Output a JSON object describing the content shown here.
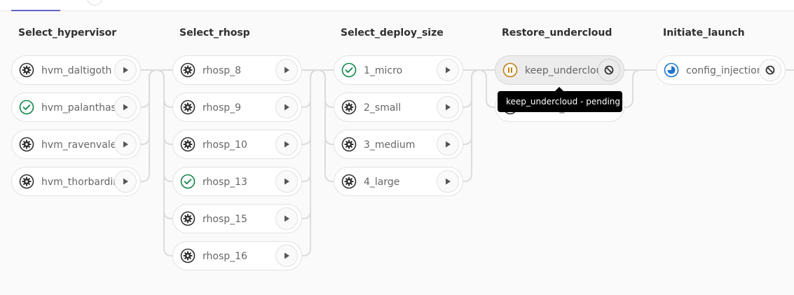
{
  "stages": [
    {
      "title": "Select_hypervisor",
      "jobs": [
        {
          "name": "hvm_daltigoth",
          "status": "manual",
          "action": "play"
        },
        {
          "name": "hvm_palanthas",
          "status": "success",
          "action": "play"
        },
        {
          "name": "hvm_ravenvale",
          "status": "manual",
          "action": "play"
        },
        {
          "name": "hvm_thorbardin",
          "status": "manual",
          "action": "play"
        }
      ]
    },
    {
      "title": "Select_rhosp",
      "jobs": [
        {
          "name": "rhosp_8",
          "status": "manual",
          "action": "play"
        },
        {
          "name": "rhosp_9",
          "status": "manual",
          "action": "play"
        },
        {
          "name": "rhosp_10",
          "status": "manual",
          "action": "play"
        },
        {
          "name": "rhosp_13",
          "status": "success",
          "action": "play"
        },
        {
          "name": "rhosp_15",
          "status": "manual",
          "action": "play"
        },
        {
          "name": "rhosp_16",
          "status": "manual",
          "action": "play"
        }
      ]
    },
    {
      "title": "Select_deploy_size",
      "jobs": [
        {
          "name": "1_micro",
          "status": "success",
          "action": "play"
        },
        {
          "name": "2_small",
          "status": "manual",
          "action": "play"
        },
        {
          "name": "3_medium",
          "status": "manual",
          "action": "play"
        },
        {
          "name": "4_large",
          "status": "manual",
          "action": "play"
        }
      ]
    },
    {
      "title": "Restore_undercloud",
      "jobs": [
        {
          "name": "keep_undercloud",
          "status": "pending",
          "action": "cancel"
        },
        {
          "name": "restore_underclo",
          "status": "manual",
          "action": "none"
        }
      ]
    },
    {
      "title": "Initiate_launch",
      "jobs": [
        {
          "name": "config_injection",
          "status": "running",
          "action": "cancel"
        }
      ]
    }
  ],
  "tooltip": {
    "text": "keep_undercloud - pending"
  },
  "colors": {
    "manual": "#303030",
    "success": "#108548",
    "pending": "#c17d10",
    "running": "#1f75cb",
    "connector": "#dcdcdc",
    "tab_underline": "#6666c4"
  }
}
